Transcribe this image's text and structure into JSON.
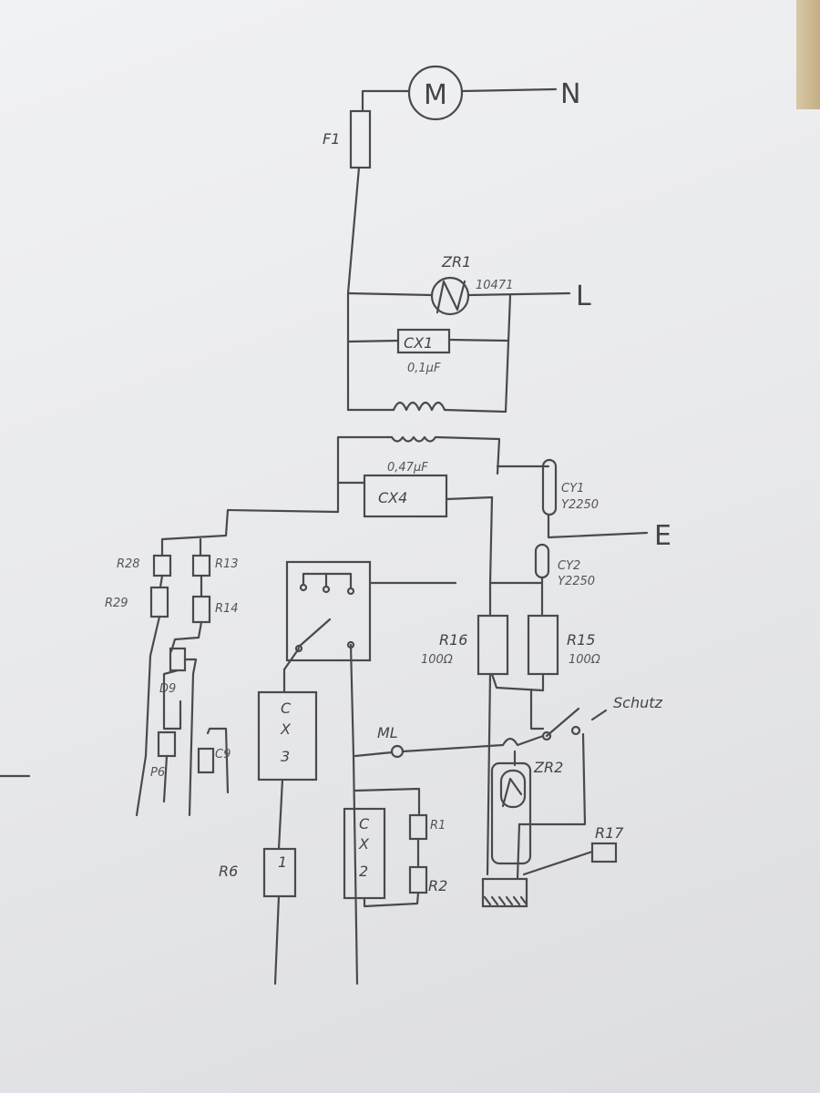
{
  "labels": {
    "motor": "M",
    "neutral": "N",
    "fuse": "F1",
    "varistor_1": "ZR1",
    "varistor_1_code": "10471",
    "line": "L",
    "cap_x1": "CX1",
    "cap_x1_value": "0,1µF",
    "cap_x4_value": "0,47µF",
    "cap_x4": "CX4",
    "cap_y1": "CY1",
    "cap_y1_value": "Y2250",
    "earth": "E",
    "cap_y2": "CY2",
    "cap_y2_value": "Y2250",
    "r28": "R28",
    "r13": "R13",
    "r29": "R29",
    "r14": "R14",
    "r16": "R16",
    "r16_value": "100Ω",
    "r15": "R15",
    "r15_value": "100Ω",
    "d9": "D9",
    "p6": "P6",
    "c9": "C9",
    "contactor": "Schutz",
    "ml": "ML",
    "varistor_2": "ZR2",
    "cx3_c": "C",
    "cx3_x": "X",
    "cx3_num": "3",
    "cx2_c": "C",
    "cx2_x": "X",
    "cx2_num": "2",
    "r1": "R1",
    "r2": "R2",
    "r17": "R17",
    "r6": "R6",
    "r6_mark": "1"
  }
}
